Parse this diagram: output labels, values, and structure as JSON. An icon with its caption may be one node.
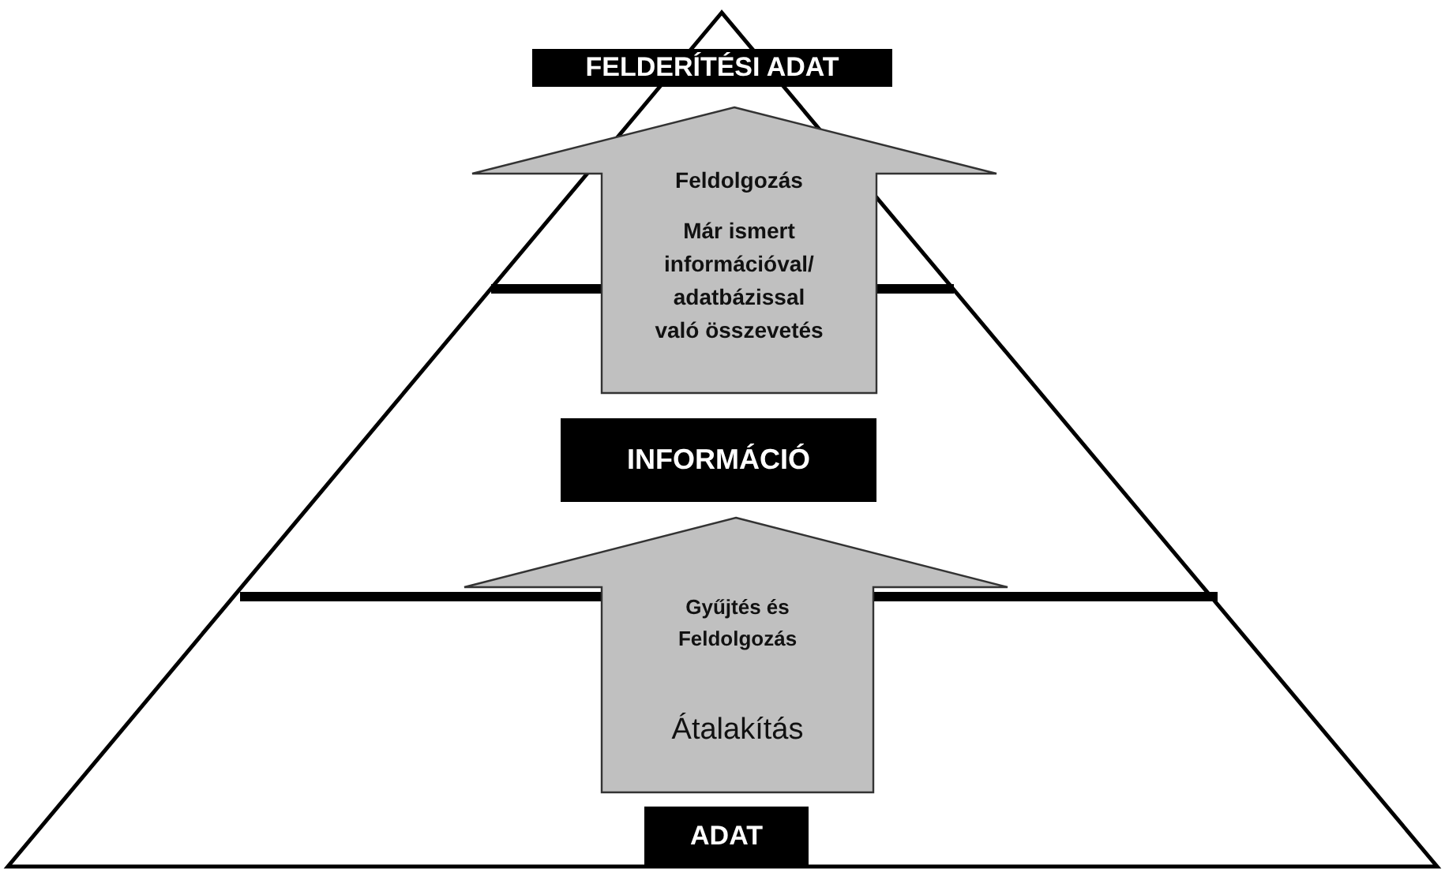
{
  "diagram": {
    "nodes": [
      {
        "text": [
          "FELDERÍTÉSI ADAT"
        ]
      },
      {
        "text": [
          "Feldolgozás",
          "Már ismert információval/ adatbázissal való összevetés"
        ]
      },
      {
        "text": [
          "INFORMÁCIÓ"
        ]
      },
      {
        "text": [
          "Gyűjtés és Feldolgozás",
          "Átalakítás"
        ]
      },
      {
        "text": [
          "ADAT"
        ]
      }
    ],
    "edges": [
      {
        "from": 2,
        "to": 0,
        "arrow": "to"
      },
      {
        "from": 4,
        "to": 2,
        "arrow": "to"
      }
    ]
  }
}
